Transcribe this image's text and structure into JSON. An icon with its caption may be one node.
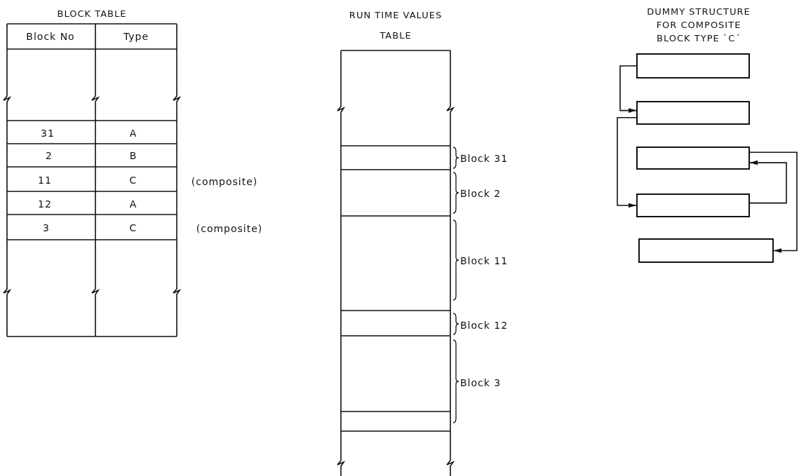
{
  "diagram": {
    "nodes": [
      {
        "text": [],
        "shape": "box"
      },
      {
        "text": [],
        "shape": "box"
      },
      {
        "text": [],
        "shape": "box"
      },
      {
        "text": [],
        "shape": "box"
      },
      {
        "text": [],
        "shape": "box"
      }
    ],
    "edges": [
      {
        "from": 0,
        "to": 1,
        "arrow": "to"
      },
      {
        "from": 1,
        "to": 3,
        "arrow": "to"
      },
      {
        "from": 3,
        "to": 2,
        "arrow": "to"
      },
      {
        "from": 2,
        "to": 4,
        "arrow": "to"
      }
    ],
    "labels": [
      "BLOCK TABLE",
      "Block No",
      "Type",
      "31",
      "A",
      "2",
      "B",
      "11",
      "C",
      "(composite)",
      "12",
      "A",
      "3",
      "C",
      "(composite)",
      "RUN TIME VALUES TABLE",
      "Block 31",
      "Block 2",
      "Block 11",
      "Block 12",
      "Block 3",
      "DUMMY STRUCTURE FOR COMPOSITE BLOCK TYPE `C´"
    ]
  }
}
